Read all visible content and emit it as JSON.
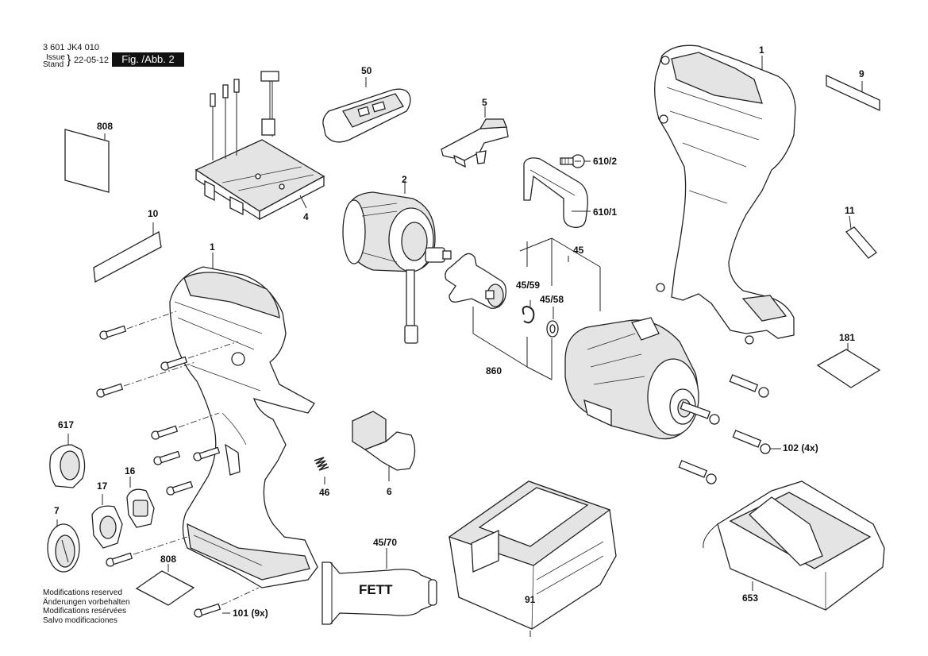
{
  "header": {
    "doc_number": "3 601 JK4 010",
    "issue_label": "Issue",
    "stand_label": "Stand",
    "date": "22-05-12",
    "figure": "Fig. /Abb. 2"
  },
  "footer_notes": [
    "Modifications reserved",
    "Änderungen vorbehalten",
    "Modifications resérvées",
    "Salvo modificaciones"
  ],
  "grease_tube_text": "FETT",
  "part_labels": {
    "p1_left": "1",
    "p1_right": "1",
    "p2": "2",
    "p4": "4",
    "p5": "5",
    "p6": "6",
    "p7": "7",
    "p9": "9",
    "p10": "10",
    "p11": "11",
    "p16": "16",
    "p17": "17",
    "p45": "45",
    "p45_58": "45/58",
    "p45_59": "45/59",
    "p45_70": "45/70",
    "p46": "46",
    "p50": "50",
    "p91": "91",
    "p101": "101 (9x)",
    "p102": "102 (4x)",
    "p181": "181",
    "p610_1": "610/1",
    "p610_2": "610/2",
    "p617": "617",
    "p653": "653",
    "p808_top": "808",
    "p808_bottom": "808",
    "p860": "860"
  },
  "icons": {
    "pen-grip": "pen-grip-icon",
    "fett-tube": "grease-tube-icon"
  }
}
